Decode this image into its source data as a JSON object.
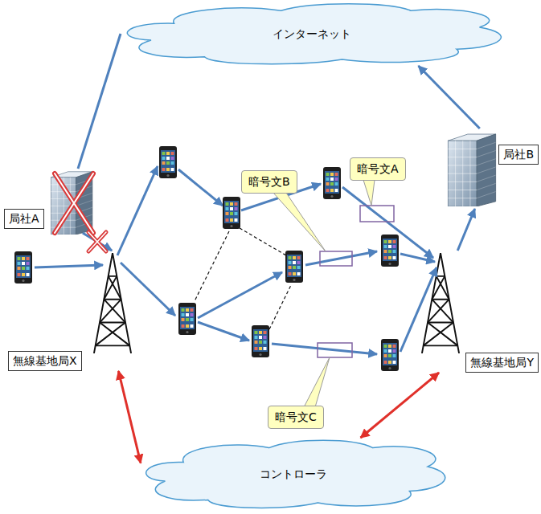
{
  "diagram": {
    "nodes": [
      {
        "text": [
          "インターネット"
        ]
      },
      {
        "text": [
          "局社A"
        ]
      },
      {
        "text": [
          "暗号文B"
        ]
      },
      {
        "text": [
          "暗号文A"
        ]
      },
      {
        "text": [
          "局社B"
        ]
      },
      {
        "text": [
          "無線基地局X"
        ]
      },
      {
        "text": [
          "無線基地局Y"
        ]
      },
      {
        "text": [
          "暗号文C"
        ]
      },
      {
        "text": [
          "コントローラ"
        ]
      }
    ],
    "edges": [
      {
        "from": 1,
        "to": 0,
        "arrow": "none"
      },
      {
        "from": 1,
        "to": 5,
        "arrow": "to"
      },
      {
        "from": 6,
        "to": 4,
        "arrow": "to"
      },
      {
        "from": 4,
        "to": 0,
        "arrow": "to"
      },
      {
        "from": 5,
        "to": 8,
        "arrow": "both"
      },
      {
        "from": 6,
        "to": 8,
        "arrow": "both"
      }
    ]
  }
}
